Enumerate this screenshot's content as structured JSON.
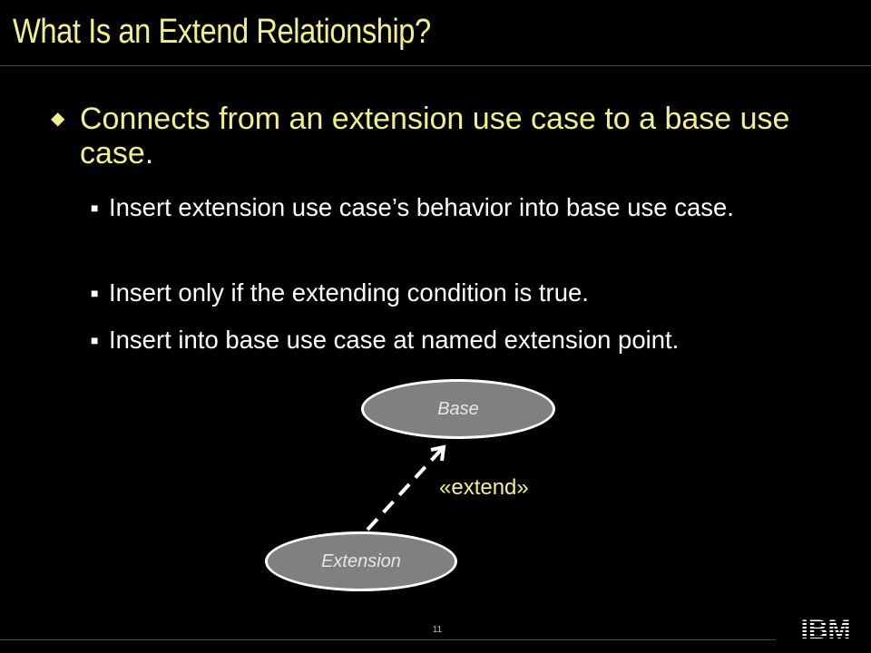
{
  "slide": {
    "title": "What Is an Extend Relationship?",
    "main_bullet": {
      "glyph": "◆",
      "text": "Connects from an extension use case to a base use case."
    },
    "sub_bullets": [
      {
        "glyph": "■",
        "text": "Insert extension use case’s behavior into base use case."
      },
      {
        "glyph": "■",
        "text": "Insert only if the extending condition is true."
      },
      {
        "glyph": "■",
        "text": "Insert into base use case at named extension point."
      }
    ],
    "diagram": {
      "base_label": "Base",
      "extension_label": "Extension",
      "relationship_label": "«extend»"
    },
    "page_number": "11",
    "logo_text": "IBM"
  },
  "colors": {
    "background": "#000000",
    "title": "#f3ef8c",
    "body_text": "#ffffff",
    "use_case_fill": "#808080",
    "use_case_border": "#ffffff"
  },
  "icons": {
    "main_bullet": "diamond-bullet-icon",
    "sub_bullet": "square-bullet-icon",
    "relationship_arrow": "dashed-open-arrow-icon",
    "logo": "ibm-logo"
  }
}
